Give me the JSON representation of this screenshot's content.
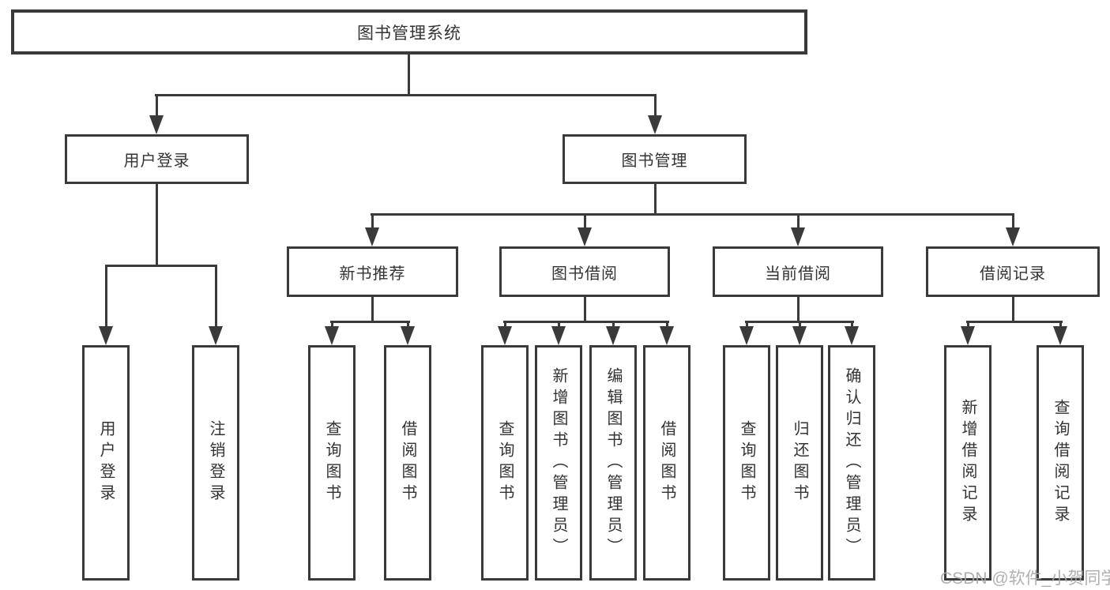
{
  "nodes": {
    "root": {
      "label": "图书管理系统"
    },
    "user_login": {
      "label": "用户登录"
    },
    "book_mgmt": {
      "label": "图书管理"
    },
    "new_book_rec": {
      "label": "新书推荐"
    },
    "book_borrow": {
      "label": "图书借阅"
    },
    "current_borrow": {
      "label": "当前借阅"
    },
    "borrow_records": {
      "label": "借阅记录"
    },
    "leaf_user_login": {
      "label": "用户登录"
    },
    "leaf_logout": {
      "label": "注销登录"
    },
    "leaf_query_book_1": {
      "label": "查询图书"
    },
    "leaf_borrow_book_1": {
      "label": "借阅图书"
    },
    "leaf_query_book_2": {
      "label": "查询图书"
    },
    "leaf_add_book": {
      "label": "新增图书（管理员）"
    },
    "leaf_edit_book": {
      "label": "编辑图书（管理员）"
    },
    "leaf_borrow_book_2": {
      "label": "借阅图书"
    },
    "leaf_query_book_3": {
      "label": "查询图书"
    },
    "leaf_return_book": {
      "label": "归还图书"
    },
    "leaf_confirm_return": {
      "label": "确认归还（管理员）"
    },
    "leaf_add_record": {
      "label": "新增借阅记录"
    },
    "leaf_query_record": {
      "label": "查询借阅记录"
    }
  },
  "hierarchy": {
    "图书管理系统": {
      "用户登录": [
        "用户登录",
        "注销登录"
      ],
      "图书管理": {
        "新书推荐": [
          "查询图书",
          "借阅图书"
        ],
        "图书借阅": [
          "查询图书",
          "新增图书（管理员）",
          "编辑图书（管理员）",
          "借阅图书"
        ],
        "当前借阅": [
          "查询图书",
          "归还图书",
          "确认归还（管理员）"
        ],
        "借阅记录": [
          "新增借阅记录",
          "查询借阅记录"
        ]
      }
    }
  },
  "watermark": {
    "text": "CSDN @软件_小贺同学",
    "color": "#a8a8a8"
  },
  "colors": {
    "line": "#3a3a3a",
    "text": "#333333",
    "background": "#ffffff"
  }
}
